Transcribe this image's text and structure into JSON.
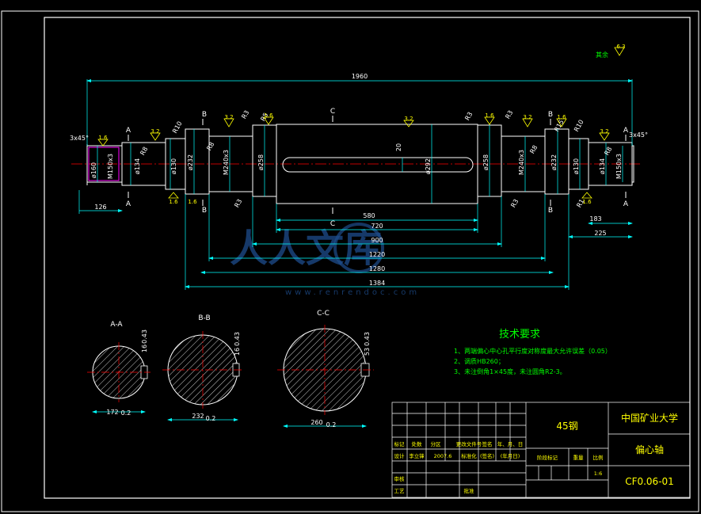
{
  "colors": {
    "background": "#000000",
    "outline": "#ffffff",
    "dimension": "#00ffff",
    "centerline": "#ff0000",
    "roughness": "#ffff00",
    "notes": "#00ff00",
    "hatch": "#ffffff"
  },
  "other_roughness": {
    "label": "其余",
    "value": "6.3"
  },
  "dimensions": {
    "overall": "1960",
    "left_end": "126",
    "right_a": "183",
    "right_b": "225",
    "chamfer_left": "3x45°",
    "chamfer_right": "3x45°",
    "d_580": "580",
    "d_720": "720",
    "d_900": "900",
    "d_1220": "1220",
    "d_1280": "1280",
    "d_1384": "1384",
    "dia_160": "ø160",
    "thread_left": "M150x3",
    "dia_134_l": "ø134",
    "dia_130_l": "ø130",
    "dia_232_l": "ø232",
    "thread_240_l": "M240x3",
    "dia_258_l": "ø258",
    "key_20": "20",
    "dia_292": "ø292",
    "dia_258_r": "ø258",
    "thread_240_r": "M240x3",
    "dia_232_r": "ø232",
    "dia_130_r": "ø130",
    "dia_134_r": "ø134",
    "thread_right": "M150x3",
    "r8_l": "R8",
    "r8_l2": "R8",
    "r10_l": "R10",
    "r15_l": "R5",
    "r3_l": "R3",
    "r3_l2": "R3",
    "r3_r": "R3",
    "r3_r2": "R3",
    "r15_r": "R15",
    "r10_r": "R10",
    "r8_r": "R8",
    "r8_r2": "R8",
    "r1_r": "R1"
  },
  "roughness": [
    "1.6",
    "3.2",
    "1.6",
    "3.2",
    "1.6",
    "3.2",
    "3.2",
    "1.6",
    "3.2",
    "1.6",
    "3.2",
    "1.6",
    "1.6",
    "1.6",
    "1.6"
  ],
  "section_marks": {
    "a": "A",
    "b": "B",
    "c": "C"
  },
  "sections": [
    {
      "title": "A-A",
      "width": "172",
      "tol": "0.2",
      "key": "16",
      "key_tol": "0.43"
    },
    {
      "title": "B-B",
      "width": "232",
      "tol": "0.2",
      "key": "16",
      "key_tol": "0.43"
    },
    {
      "title": "C-C",
      "width": "260",
      "tol": "0.2",
      "key": "53",
      "key_tol": "0.43"
    }
  ],
  "technical_requirements": {
    "title": "技术要求",
    "items": [
      "1、两端偏心中心孔平行度对称度最大允许误差（0.05）",
      "2、调质HB260；",
      "3、未注倒角1×45度，未注圆角R2-3。"
    ]
  },
  "title_block": {
    "material": "45钢",
    "school": "中国矿业大学",
    "part_name": "偏心轴",
    "drawing_no": "CF0.06-01",
    "headers": [
      "标记",
      "处数",
      "分区",
      "更改文件号",
      "签名",
      "年、月、日"
    ],
    "design_label": "设计",
    "designer": "李立锋",
    "date": "2007.6",
    "std_label": "标准化",
    "std_sign": "(签名)",
    "std_date": "(年月日)",
    "stage_label": "阶段标记",
    "weight_label": "重量",
    "scale_label": "比例",
    "scale": "1:6",
    "review_label": "审核",
    "process_label": "工艺",
    "approve_label": "批准"
  },
  "watermark": {
    "text": "人人文库",
    "url": "www.renrendoc.com"
  }
}
